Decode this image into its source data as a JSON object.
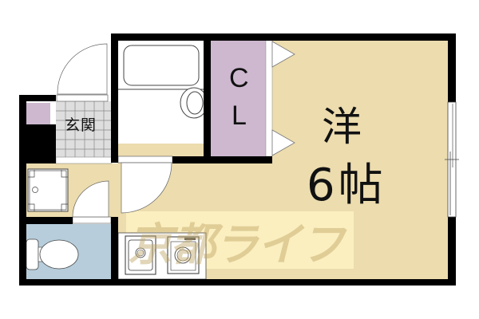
{
  "floor_plan": {
    "rooms": [
      {
        "id": "genkan",
        "label": "玄関",
        "meaning": "entrance"
      },
      {
        "id": "closet",
        "label_line1": "C",
        "label_line2": "L",
        "meaning": "closet"
      },
      {
        "id": "western_room",
        "label_type": "洋",
        "label_size": "6帖",
        "meaning": "western-style room, 6 tatami mats"
      },
      {
        "id": "bathroom",
        "label": "",
        "meaning": "unit bath"
      },
      {
        "id": "toilet",
        "label": "",
        "meaning": "toilet"
      },
      {
        "id": "washroom",
        "label": "",
        "meaning": "washing machine space"
      },
      {
        "id": "kitchen",
        "label": "",
        "meaning": "kitchen with sink and stove"
      }
    ],
    "watermark": "京都ライフ",
    "colors": {
      "wall": "#000000",
      "western_room_floor": "#ecdcae",
      "closet_floor": "#cdb8cf",
      "toilet_floor": "#b7cddb",
      "genkan_tile": "#dcdcdc",
      "fixture_white": "#ffffff",
      "watermark_bg": "#fbefc0"
    }
  }
}
